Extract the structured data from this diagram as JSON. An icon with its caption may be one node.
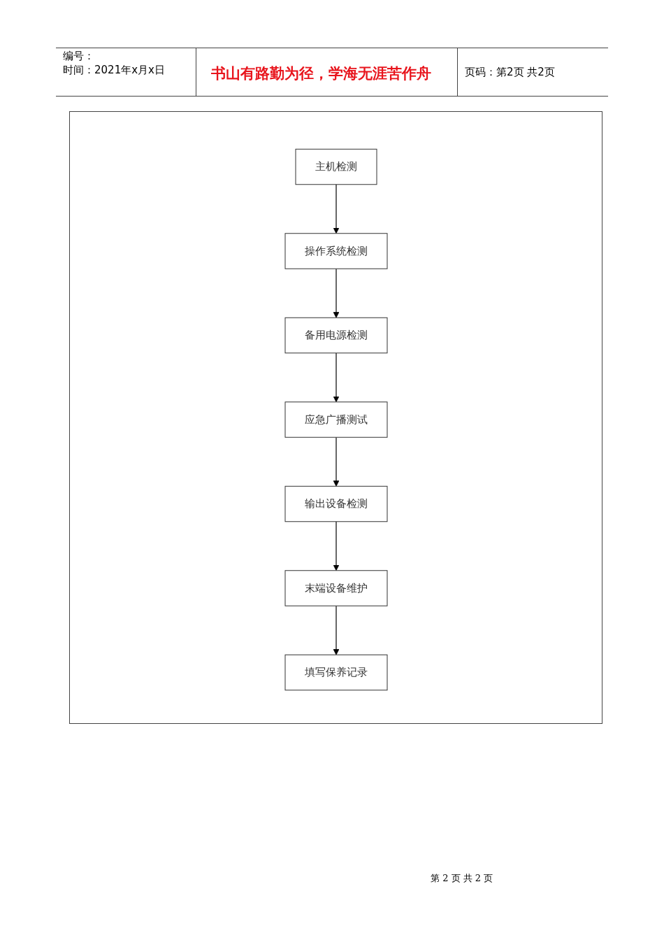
{
  "diagram": {
    "nodes": [
      {
        "text": [
          "主机检测"
        ]
      },
      {
        "text": [
          "操作系统检测"
        ]
      },
      {
        "text": [
          "备用电源检测"
        ]
      },
      {
        "text": [
          "应急广播测试"
        ]
      },
      {
        "text": [
          "输出设备检测"
        ]
      },
      {
        "text": [
          "末端设备维护"
        ]
      },
      {
        "text": [
          "填写保养记录"
        ]
      }
    ],
    "edges": [
      {
        "from": 0,
        "to": 1,
        "arrow": "to"
      },
      {
        "from": 1,
        "to": 2,
        "arrow": "to"
      },
      {
        "from": 2,
        "to": 3,
        "arrow": "to"
      },
      {
        "from": 3,
        "to": 4,
        "arrow": "to"
      },
      {
        "from": 4,
        "to": 5,
        "arrow": "to"
      },
      {
        "from": 5,
        "to": 6,
        "arrow": "to"
      }
    ],
    "labels": [
      "编号：",
      "时间：2021年x月x日",
      "书山有路勤为径，学海无涯苦作舟",
      "页码：第2页 共2页",
      "第 2 页 共 2 页"
    ]
  }
}
